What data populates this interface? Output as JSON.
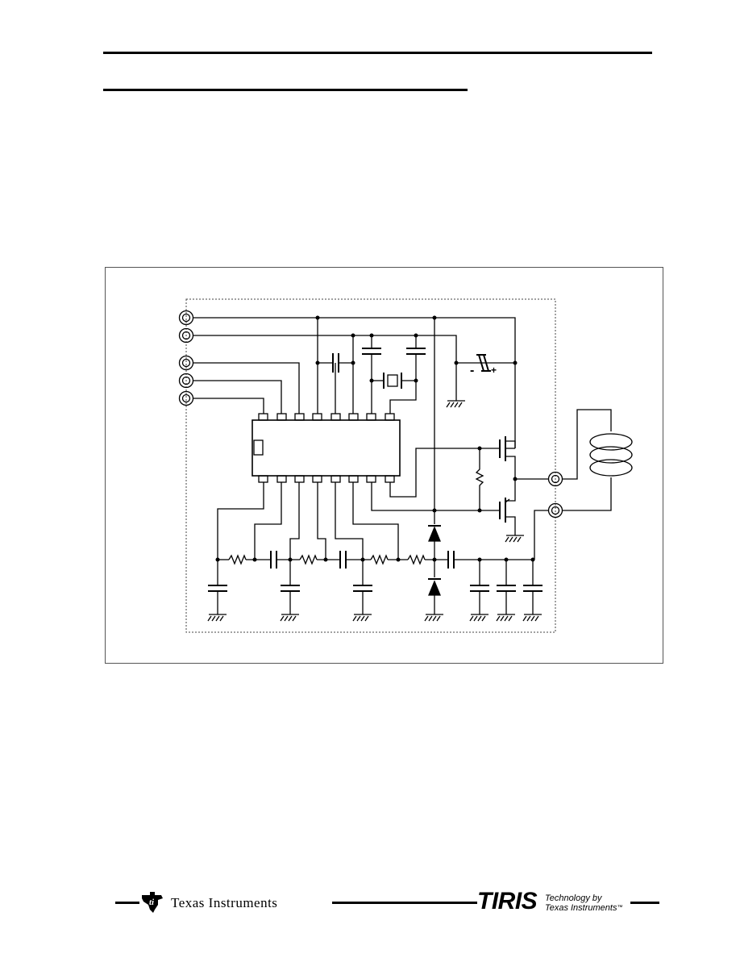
{
  "page": {
    "background": "#ffffff",
    "ink": "#000000"
  },
  "schematic": {
    "polarity_minus": "-",
    "polarity_plus": "+"
  },
  "footer": {
    "company": "Texas Instruments",
    "brand": "TIRIS",
    "tagline_line1": "Technology by",
    "tagline_line2": "Texas Instruments",
    "trademark": "™"
  }
}
